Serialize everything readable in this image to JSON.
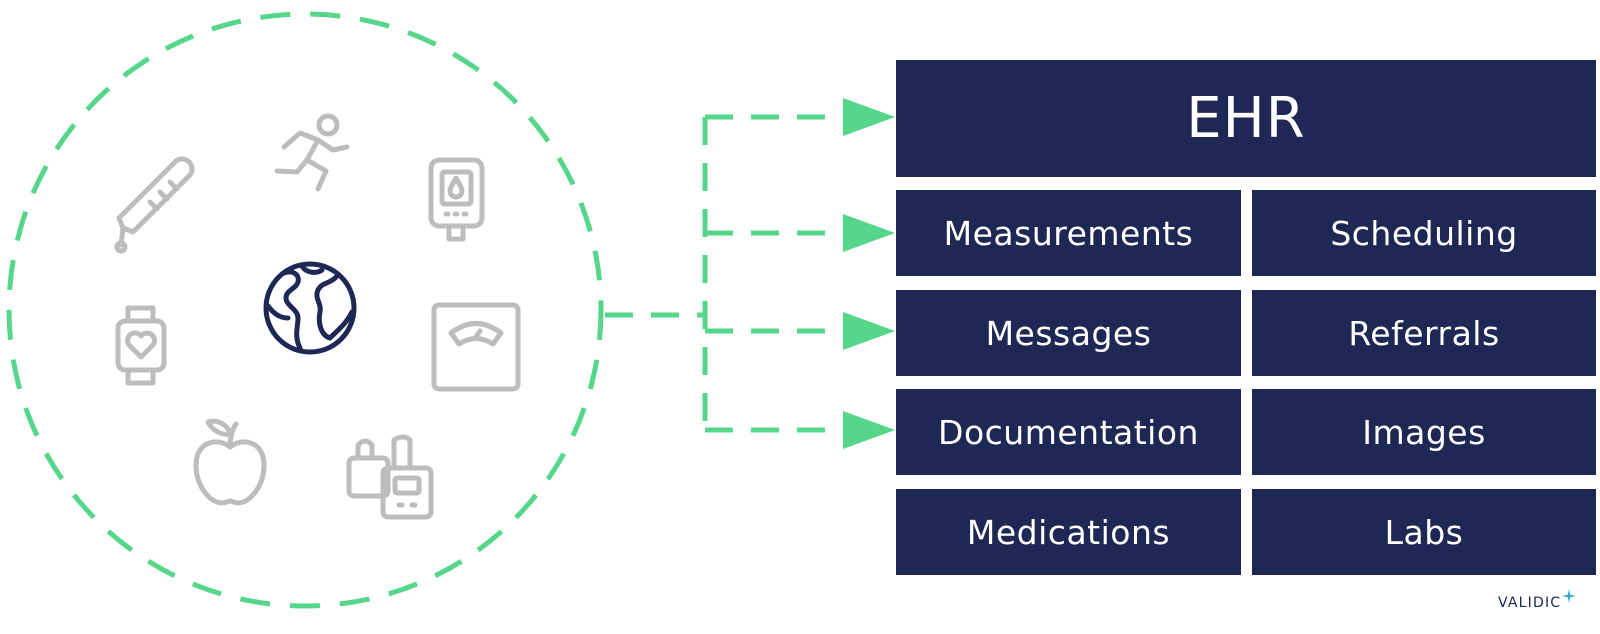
{
  "ehr": {
    "title": "EHR",
    "categories": [
      "Measurements",
      "Scheduling",
      "Messages",
      "Referrals",
      "Documentation",
      "Images",
      "Medications",
      "Labs"
    ]
  },
  "sources": {
    "icons": [
      "thermometer-icon",
      "runner-icon",
      "glucose-meter-icon",
      "smartwatch-heart-icon",
      "globe-icon",
      "weight-scale-icon",
      "apple-icon",
      "insulin-pump-icon"
    ]
  },
  "brand": {
    "name": "VALIDIC"
  },
  "colors": {
    "box_fill": "#1f2855",
    "box_text": "#ffffff",
    "connector": "#56d68b",
    "device_icon": "#bdbdbd",
    "globe_icon": "#1f2855",
    "brand_star": "#2fa8d6"
  }
}
